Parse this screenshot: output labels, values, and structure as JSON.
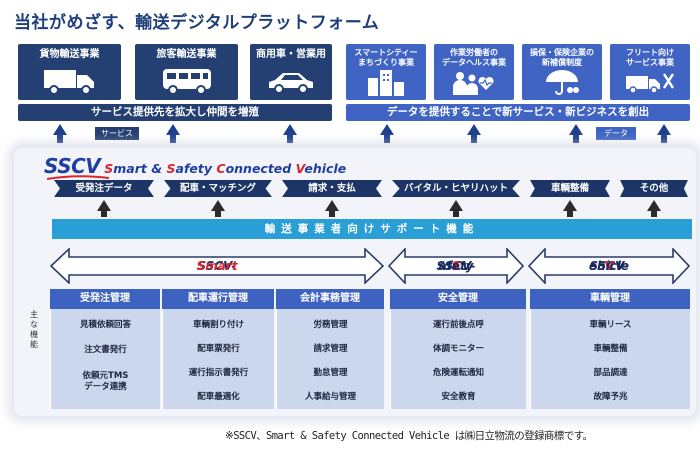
{
  "title": "当社がめざす、輸送デジタルプラットフォーム",
  "services": [
    {
      "label": "貨物輸送事業",
      "icon": "truck-icon"
    },
    {
      "label": "旅客輸送事業",
      "icon": "bus-icon"
    },
    {
      "label": "商用車・営業用",
      "icon": "car-icon"
    },
    {
      "label": "スマートシティー\nまちづくり事業",
      "icon": "city-buildings-icon"
    },
    {
      "label": "作業労働者の\nデータヘルス事業",
      "icon": "health-people-icon"
    },
    {
      "label": "損保・保険企業の\n新補償制度",
      "icon": "insurance-umbrella-icon"
    },
    {
      "label": "フリート向け\nサービス事業",
      "icon": "fleet-tools-icon"
    }
  ],
  "bars": {
    "left": "サービス提供先を拡大し仲間を増殖",
    "right": "データを提供することで新サービス・新ビジネスを創出"
  },
  "tags": {
    "service": "サービス",
    "data": "データ"
  },
  "logo": {
    "sscv": "SSCV",
    "S1": "S",
    "mart": "mart",
    "amp": "&",
    "S2": "S",
    "afety": "afety",
    "C": "C",
    "onnected": "onnected",
    "V": "V",
    "ehicle": "ehicle"
  },
  "modules": [
    "受発注データ",
    "配車・マッチング",
    "請求・支払",
    "バイタル・ヒヤリハット",
    "車輌整備",
    "その他"
  ],
  "support_bar": "輸送事業者向けサポート機能",
  "pillars": {
    "smart": {
      "prefix": "SSCV-",
      "accent": "Smart"
    },
    "safety": {
      "prefix": "SSCV-",
      "accent": "S",
      "rest": "afety"
    },
    "vehicle": {
      "prefix": "SSCV-",
      "accent": "V",
      "rest": "ehicle"
    }
  },
  "functions_label": "主な機能",
  "functions": [
    {
      "header": "受発注管理",
      "items": [
        "見積依頼回答",
        "注文書発行",
        "依頼元TMS\nデータ連携"
      ]
    },
    {
      "header": "配車運行管理",
      "items": [
        "車輌割り付け",
        "配車票発行",
        "運行指示書発行",
        "配車最適化"
      ]
    },
    {
      "header": "会計事務管理",
      "items": [
        "労務管理",
        "請求管理",
        "勤怠管理",
        "人事給与管理"
      ]
    },
    {
      "header": "安全管理",
      "items": [
        "運行前後点呼",
        "体調モニター",
        "危険運転通知",
        "安全教育"
      ]
    },
    {
      "header": "車輌管理",
      "items": [
        "車輌リース",
        "車輌整備",
        "部品調達",
        "故障予兆"
      ]
    }
  ],
  "footnote": "※SSCV、Smart & Safety Connected Vehicle は㈱日立物流の登録商標です。",
  "colors": {
    "navy": "#243f72",
    "blue": "#3f64c4",
    "cyan": "#2a9fd6",
    "red": "#d8262e"
  }
}
